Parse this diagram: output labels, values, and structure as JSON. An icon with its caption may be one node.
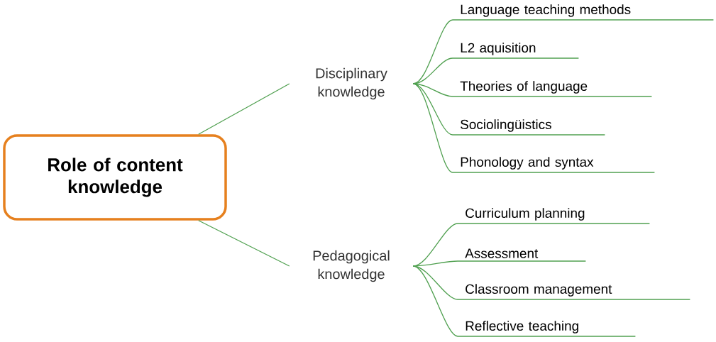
{
  "diagram": {
    "nodes": [
      {
        "text": [
          "Role of content knowledge"
        ]
      },
      {
        "text": [
          "Disciplinary knowledge"
        ]
      },
      {
        "text": [
          "Pedagogical knowledge"
        ]
      },
      {
        "text": [
          "Language teaching methods"
        ]
      },
      {
        "text": [
          "L2 aquisition"
        ]
      },
      {
        "text": [
          "Theories of language"
        ]
      },
      {
        "text": [
          "Sociolingüistics"
        ]
      },
      {
        "text": [
          "Phonology and syntax"
        ]
      },
      {
        "text": [
          "Curriculum planning"
        ]
      },
      {
        "text": [
          "Assessment"
        ]
      },
      {
        "text": [
          "Classroom management"
        ]
      },
      {
        "text": [
          "Reflective teaching"
        ]
      }
    ],
    "edges": [
      {
        "from": 0,
        "to": 1,
        "arrow": "none"
      },
      {
        "from": 0,
        "to": 2,
        "arrow": "none"
      },
      {
        "from": 1,
        "to": 3,
        "arrow": "none"
      },
      {
        "from": 1,
        "to": 4,
        "arrow": "none"
      },
      {
        "from": 1,
        "to": 5,
        "arrow": "none"
      },
      {
        "from": 1,
        "to": 6,
        "arrow": "none"
      },
      {
        "from": 1,
        "to": 7,
        "arrow": "none"
      },
      {
        "from": 2,
        "to": 8,
        "arrow": "none"
      },
      {
        "from": 2,
        "to": 9,
        "arrow": "none"
      },
      {
        "from": 2,
        "to": 10,
        "arrow": "none"
      },
      {
        "from": 2,
        "to": 11,
        "arrow": "none"
      }
    ]
  }
}
